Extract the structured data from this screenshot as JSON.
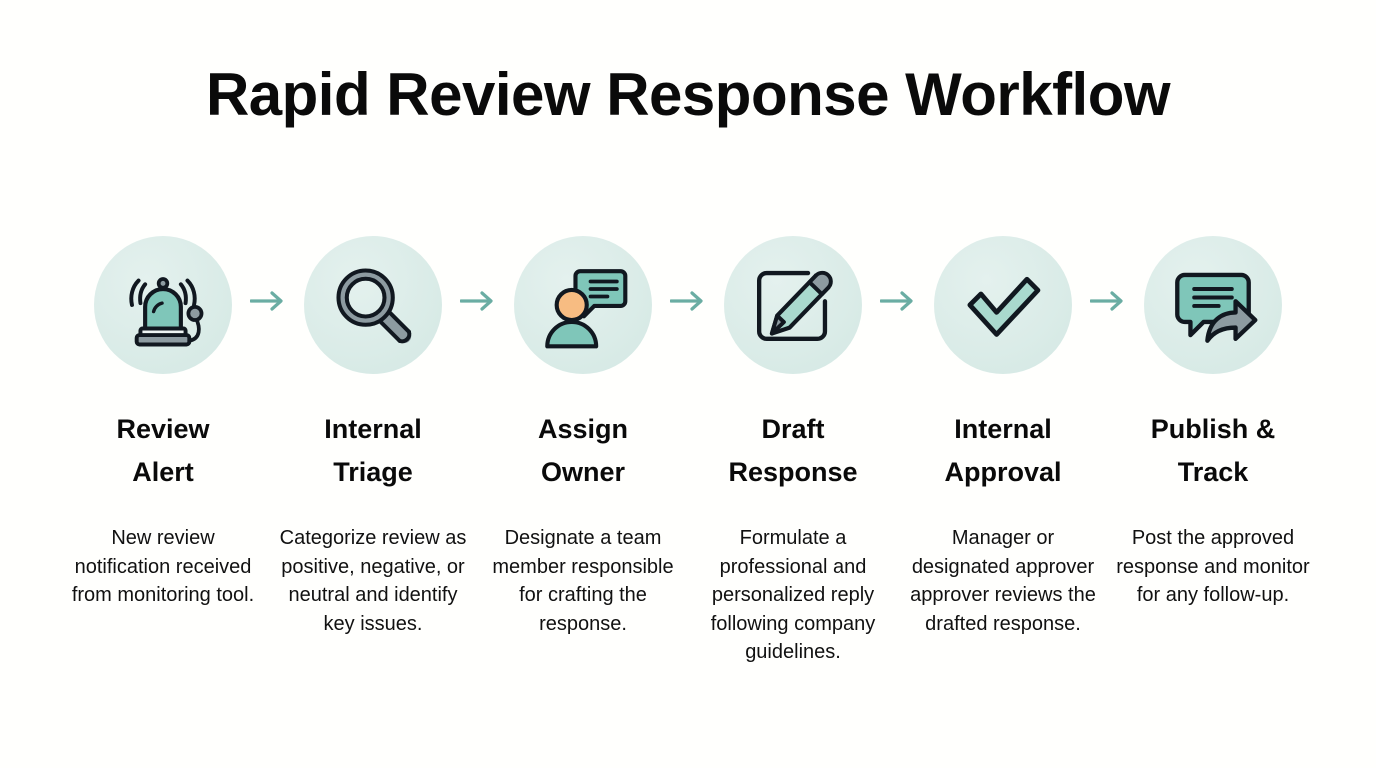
{
  "page": {
    "title": "Rapid Review Response Workflow",
    "background_color": "#fffffd",
    "accent_color": "#6aada3",
    "circle_color": "#dbece8",
    "icon_teal": "#7fc6b9",
    "icon_gray": "#8d9ba1",
    "icon_skin": "#f7bc82",
    "icon_outline": "#111820"
  },
  "steps": [
    {
      "icon": "alarm-siren-icon",
      "title_line1": "Review",
      "title_line2": "Alert",
      "description": "New review notification received from monitoring tool."
    },
    {
      "icon": "magnifying-glass-icon",
      "title_line1": "Internal",
      "title_line2": "Triage",
      "description": "Categorize review as positive, negative, or neutral and identify key issues."
    },
    {
      "icon": "person-speech-bubble-icon",
      "title_line1": "Assign",
      "title_line2": "Owner",
      "description": "Designate a team member responsible for crafting the response."
    },
    {
      "icon": "pencil-edit-square-icon",
      "title_line1": "Draft",
      "title_line2": "Response",
      "description": "Formulate a professional and personalized reply following company guidelines."
    },
    {
      "icon": "checkmark-icon",
      "title_line1": "Internal",
      "title_line2": "Approval",
      "description": "Manager or designated approver approver reviews the drafted response."
    },
    {
      "icon": "speech-bubble-share-icon",
      "title_line1": "Publish &",
      "title_line2": "Track",
      "description": "Post the approved response and monitor for any follow-up."
    }
  ],
  "connectors": {
    "count": 5,
    "symbol": "arrow-right"
  }
}
